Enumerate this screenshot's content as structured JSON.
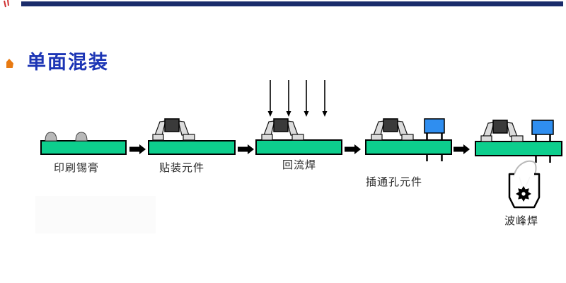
{
  "title": {
    "text": "单面混装"
  },
  "colors": {
    "accent_navy": "#1a2c6b",
    "title_blue": "#1c35b5",
    "bullet_orange": "#e87a12",
    "board_green": "#0dce8d",
    "component_dark": "#3a3a3a",
    "component_blue": "#2f8ef0",
    "lead_gray": "#dcdcdc",
    "paste_gray": "#b8b8b8",
    "corner_red": "#d03030"
  },
  "process_flow": {
    "direction": "left-to-right",
    "flow_arrow_count": 4,
    "reflow_heat_arrow_count": 4,
    "stages": [
      {
        "label": "印刷锡膏",
        "features": [
          "pcb-board",
          "solder-paste-bumps"
        ]
      },
      {
        "label": "贴装元件",
        "features": [
          "pcb-board",
          "smt-component"
        ]
      },
      {
        "label": "回流焊",
        "features": [
          "pcb-board",
          "smt-component",
          "heat-arrows"
        ]
      },
      {
        "label": "插通孔元件",
        "features": [
          "pcb-board",
          "smt-component",
          "through-hole-component"
        ]
      },
      {
        "label": "波峰焊",
        "features": [
          "pcb-board",
          "smt-component",
          "through-hole-component",
          "wave-solder-pot"
        ]
      }
    ]
  }
}
